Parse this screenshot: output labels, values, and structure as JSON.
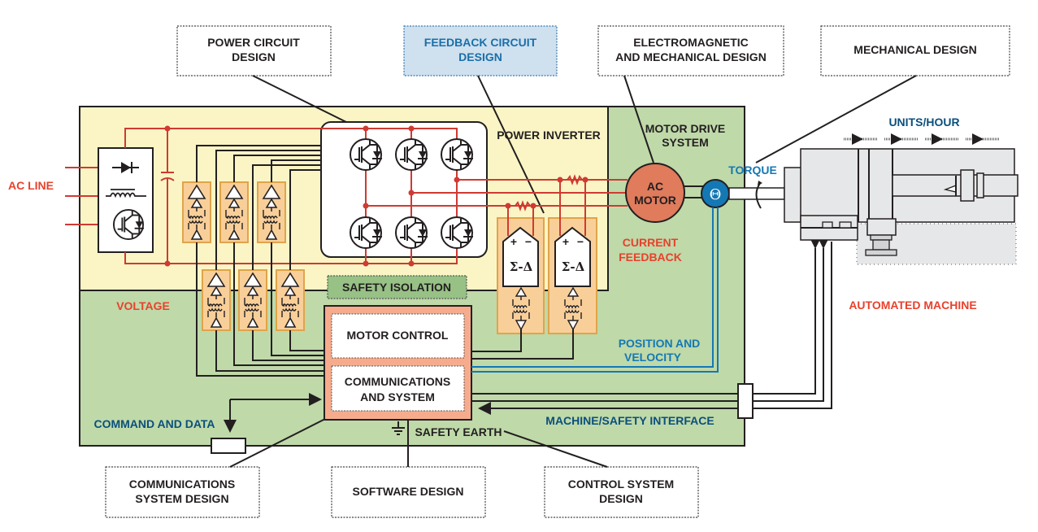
{
  "callouts": {
    "power_circuit": [
      "POWER CIRCUIT",
      "DESIGN"
    ],
    "feedback_circuit": [
      "FEEDBACK CIRCUIT",
      "DESIGN"
    ],
    "electromagnetic": [
      "ELECTROMAGNETIC",
      "AND MECHANICAL DESIGN"
    ],
    "mechanical": [
      "MECHANICAL DESIGN"
    ],
    "communications": [
      "COMMUNICATIONS",
      "SYSTEM DESIGN"
    ],
    "software": [
      "SOFTWARE DESIGN"
    ],
    "control_system": [
      "CONTROL SYSTEM",
      "DESIGN"
    ]
  },
  "labels": {
    "ac_line": "AC LINE",
    "power_inverter": "POWER INVERTER",
    "motor_drive_system": [
      "MOTOR DRIVE",
      "SYSTEM"
    ],
    "ac_motor": [
      "AC",
      "MOTOR"
    ],
    "theta": "Θ",
    "torque": "TORQUE",
    "units_hour": "UNITS/HOUR",
    "current_feedback": [
      "CURRENT",
      "FEEDBACK"
    ],
    "voltage": "VOLTAGE",
    "safety_isolation": "SAFETY ISOLATION",
    "motor_control": "MOTOR CONTROL",
    "communications_system": [
      "COMMUNICATIONS",
      "AND SYSTEM"
    ],
    "position_velocity": [
      "POSITION AND",
      "VELOCITY"
    ],
    "automated_machine": "AUTOMATED MACHINE",
    "command_data": "COMMAND AND DATA",
    "machine_safety_interface": "MACHINE/SAFETY INTERFACE",
    "safety_earth": "SAFETY EARTH",
    "sigma_delta": "Σ-Δ",
    "plus": "+",
    "minus": "−"
  },
  "colors": {
    "power_zone": "#fbf5c5",
    "drive_zone": "#bfd9a9",
    "isolator": "#f9cf99",
    "motor": "#e07b5c",
    "encoder": "#1478b4",
    "control_block": "#f6ac8c",
    "feedback_highlight": "#cfe0ef",
    "red_text": "#e8412c",
    "blue_text": "#1478b4"
  }
}
